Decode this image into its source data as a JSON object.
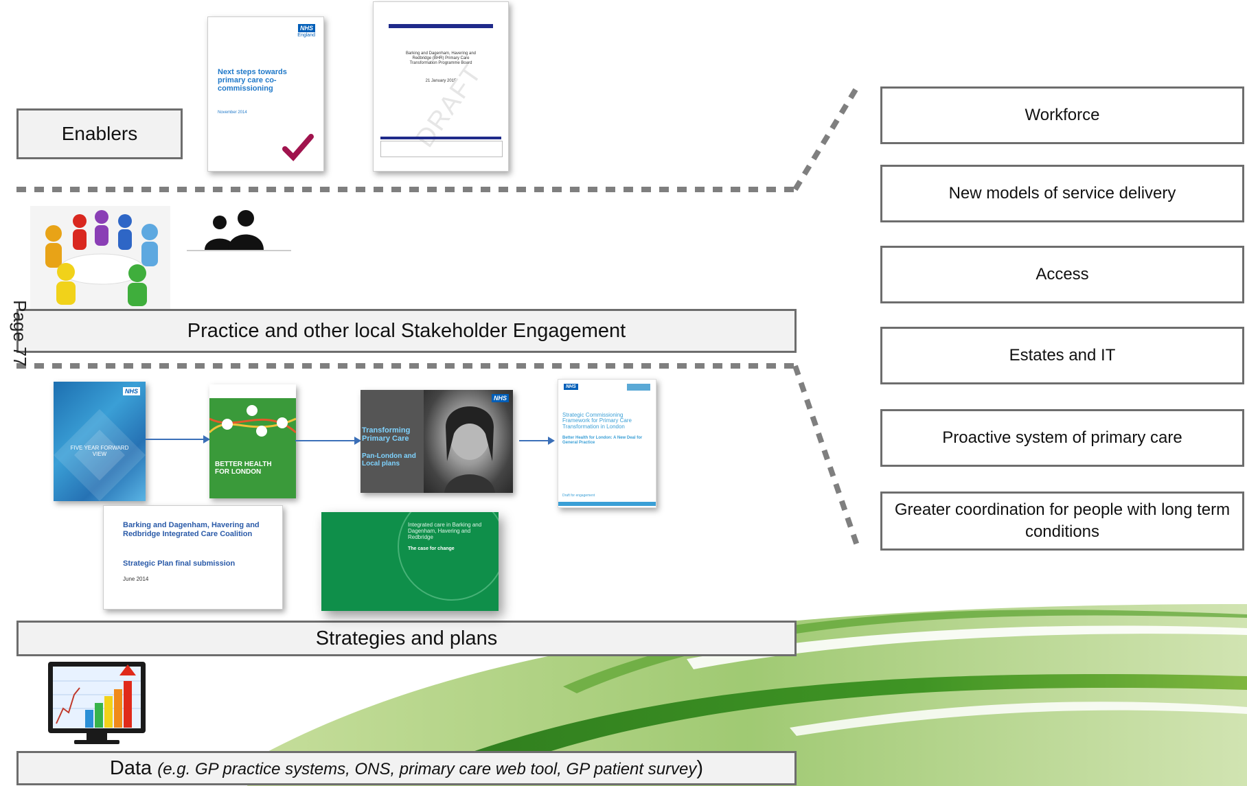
{
  "bars": {
    "enablers": "Enablers",
    "engagement": "Practice and other local Stakeholder Engagement",
    "strategies": "Strategies and plans",
    "data_main": "Data ",
    "data_examples": "(e.g. GP practice systems, ONS, primary care web tool, GP patient survey",
    "data_close": ")"
  },
  "page_label": "Page 77",
  "right_boxes": [
    "Workforce",
    "New models of service delivery",
    "Access",
    "Estates and IT",
    "Proactive system of primary care",
    "Greater coordination for people with long term conditions"
  ],
  "documents": {
    "cocommissioning": {
      "logo": "NHS",
      "logo_sub": "England",
      "title": "Next steps towards primary care co-commissioning",
      "date": "November 2014"
    },
    "bhr_board": {
      "title": "Barking and Dagenham, Havering and Redbridge (BHR) Primary Care Transformation Programme Board",
      "date": "21 January 2015",
      "watermark": "DRAFT"
    },
    "five_year": {
      "logo": "NHS",
      "title": "FIVE YEAR FORWARD VIEW"
    },
    "better_health": {
      "title": "BETTER HEALTH FOR LONDON"
    },
    "transforming": {
      "logo": "NHS",
      "title": "Transforming Primary Care",
      "subtitle": "Pan-London and Local plans"
    },
    "strategic_framework": {
      "logo": "NHS",
      "title": "Strategic Commissioning Framework for Primary Care Transformation in London",
      "subtitle": "Better Health for London: A New Deal for General Practice",
      "footer": "Draft for engagement"
    },
    "bhr_coalition": {
      "title": "Barking and Dagenham, Havering and Redbridge Integrated Care Coalition",
      "subtitle": "Strategic Plan final submission",
      "date": "June 2014"
    },
    "integrated_care": {
      "title": "Integrated care in Barking and Dagenham, Havering and Redbridge",
      "subtitle": "The case for change"
    }
  },
  "colors": {
    "box_border": "#6d6d6d",
    "bar_fill": "#f2f2f2",
    "dash": "#7f7f7f",
    "nhs_blue": "#005eb8",
    "green": "#4b9a2a"
  }
}
